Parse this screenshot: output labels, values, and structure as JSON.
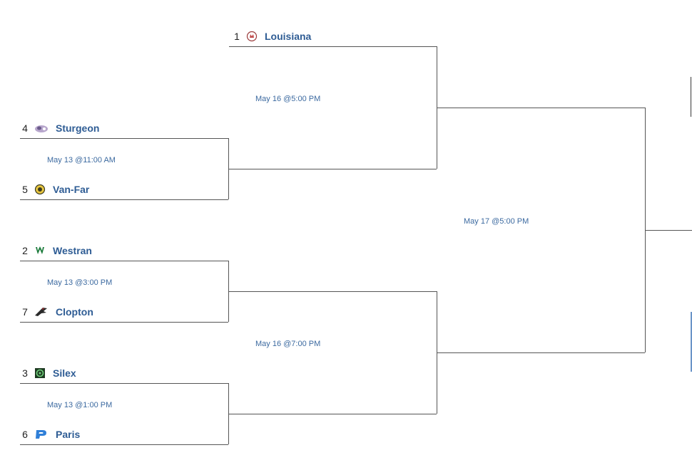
{
  "round1": [
    {
      "top": {
        "seed": "4",
        "name": "Sturgeon",
        "logo": "sturgeon-logo-icon"
      },
      "bottom": {
        "seed": "5",
        "name": "Van-Far",
        "logo": "van-far-logo-icon"
      },
      "time": "May 13 @11:00 AM"
    },
    {
      "top": {
        "seed": "2",
        "name": "Westran",
        "logo": "westran-logo-icon"
      },
      "bottom": {
        "seed": "7",
        "name": "Clopton",
        "logo": "clopton-logo-icon"
      },
      "time": "May 13 @3:00 PM"
    },
    {
      "top": {
        "seed": "3",
        "name": "Silex",
        "logo": "silex-logo-icon"
      },
      "bottom": {
        "seed": "6",
        "name": "Paris",
        "logo": "paris-logo-icon"
      },
      "time": "May 13 @1:00 PM"
    }
  ],
  "round2": [
    {
      "top": {
        "seed": "1",
        "name": "Louisiana",
        "logo": "louisiana-logo-icon"
      },
      "time": "May 16 @5:00 PM"
    },
    {
      "time": "May 16 @7:00 PM"
    }
  ],
  "final": {
    "time": "May 17 @5:00 PM"
  },
  "colors": {
    "team_link": "#2e5c94",
    "time_link": "#3c6aa0",
    "line": "#555555"
  }
}
